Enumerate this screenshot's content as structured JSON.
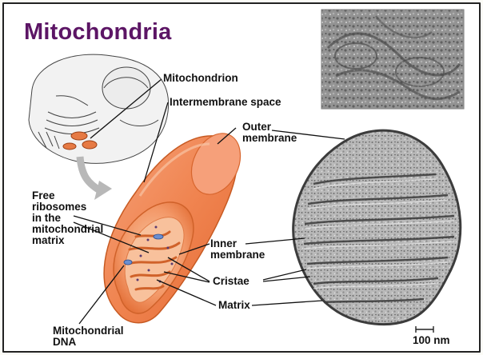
{
  "slide": {
    "title": "Mitochondria"
  },
  "labels": {
    "mitochondrion": "Mitochondrion",
    "intermembrane_space": "Intermembrane space",
    "outer_membrane": "Outer\nmembrane",
    "free_ribosomes": "Free\nribosomes\nin the\nmitochondrial\nmatrix",
    "inner_membrane": "Inner\nmembrane",
    "cristae": "Cristae",
    "matrix": "Matrix",
    "mitochondrial_dna": "Mitochondrial\nDNA",
    "scale_bar": "100 nm"
  },
  "colors": {
    "title": "#5c1565",
    "outer_membrane": "#f07a3a",
    "inner_body": "#f19a6c",
    "matrix": "#f6b58e",
    "micrograph": "#8f8f8f"
  }
}
